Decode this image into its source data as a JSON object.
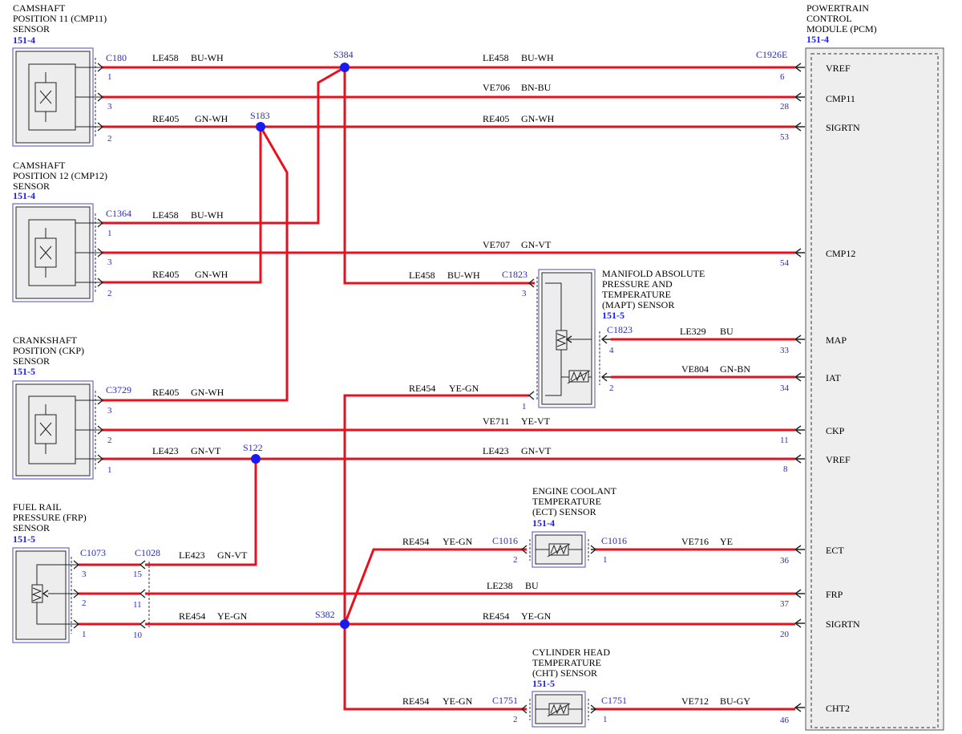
{
  "components": {
    "cmp11": {
      "lines": [
        "CAMSHAFT",
        "POSITION 11 (CMP11)",
        "SENSOR"
      ],
      "ref": "151-4"
    },
    "cmp12": {
      "lines": [
        "CAMSHAFT",
        "POSITION 12 (CMP12)",
        "SENSOR"
      ],
      "ref": "151-4"
    },
    "ckp": {
      "lines": [
        "CRANKSHAFT",
        "POSITION (CKP)",
        "SENSOR"
      ],
      "ref": "151-5"
    },
    "frp": {
      "lines": [
        "FUEL RAIL",
        "PRESSURE (FRP)",
        "SENSOR"
      ],
      "ref": "151-5"
    },
    "mapt": {
      "lines": [
        "MANIFOLD ABSOLUTE",
        "PRESSURE AND",
        "TEMPERATURE",
        "(MAPT) SENSOR"
      ],
      "ref": "151-5"
    },
    "ect": {
      "lines": [
        "ENGINE COOLANT",
        "TEMPERATURE",
        "(ECT) SENSOR"
      ],
      "ref": "151-4"
    },
    "cht": {
      "lines": [
        "CYLINDER HEAD",
        "TEMPERATURE",
        "(CHT) SENSOR"
      ],
      "ref": "151-5"
    },
    "pcm": {
      "lines": [
        "POWERTRAIN",
        "CONTROL",
        "MODULE (PCM)"
      ],
      "ref": "151-4"
    }
  },
  "connectors": {
    "c180": "C180",
    "c1364": "C1364",
    "c3729": "C3729",
    "c1073": "C1073",
    "c1028": "C1028",
    "c1823a": "C1823",
    "c1823b": "C1823",
    "c1016a": "C1016",
    "c1016b": "C1016",
    "c1751a": "C1751",
    "c1751b": "C1751",
    "c1926e": "C1926E"
  },
  "splices": {
    "s384": "S384",
    "s183": "S183",
    "s122": "S122",
    "s382": "S382"
  },
  "pcm_pins": [
    {
      "name": "VREF",
      "pin": "6"
    },
    {
      "name": "CMP11",
      "pin": "28"
    },
    {
      "name": "SIGRTN",
      "pin": "53"
    },
    {
      "name": "CMP12",
      "pin": "54"
    },
    {
      "name": "MAP",
      "pin": "33"
    },
    {
      "name": "IAT",
      "pin": "34"
    },
    {
      "name": "CKP",
      "pin": "11"
    },
    {
      "name": "VREF",
      "pin": "8"
    },
    {
      "name": "ECT",
      "pin": "36"
    },
    {
      "name": "FRP",
      "pin": "37"
    },
    {
      "name": "SIGRTN",
      "pin": "20"
    },
    {
      "name": "CHT2",
      "pin": "46"
    }
  ],
  "sensor_pins": {
    "cmp11": [
      "1",
      "3",
      "2"
    ],
    "cmp12": [
      "1",
      "3",
      "2"
    ],
    "ckp": [
      "3",
      "2",
      "1"
    ],
    "frp": [
      "3",
      "2",
      "1"
    ],
    "c1028": [
      "15",
      "11",
      "10"
    ],
    "mapt": [
      "3",
      "4",
      "2",
      "1"
    ],
    "ect": [
      "2",
      "1"
    ],
    "cht": [
      "2",
      "1"
    ]
  },
  "wire_labels": [
    {
      "circuit": "LE458",
      "color": "BU-WH"
    },
    {
      "circuit": "LE458",
      "color": "BU-WH"
    },
    {
      "circuit": "VE706",
      "color": "BN-BU"
    },
    {
      "circuit": "RE405",
      "color": "GN-WH"
    },
    {
      "circuit": "RE405",
      "color": "GN-WH"
    },
    {
      "circuit": "LE458",
      "color": "BU-WH"
    },
    {
      "circuit": "VE707",
      "color": "GN-VT"
    },
    {
      "circuit": "RE405",
      "color": "GN-WH"
    },
    {
      "circuit": "LE458",
      "color": "BU-WH"
    },
    {
      "circuit": "LE329",
      "color": "BU"
    },
    {
      "circuit": "VE804",
      "color": "GN-BN"
    },
    {
      "circuit": "RE405",
      "color": "GN-WH"
    },
    {
      "circuit": "RE454",
      "color": "YE-GN"
    },
    {
      "circuit": "VE711",
      "color": "YE-VT"
    },
    {
      "circuit": "LE423",
      "color": "GN-VT"
    },
    {
      "circuit": "LE423",
      "color": "GN-VT"
    },
    {
      "circuit": "LE423",
      "color": "GN-VT"
    },
    {
      "circuit": "RE454",
      "color": "YE-GN"
    },
    {
      "circuit": "VE716",
      "color": "YE"
    },
    {
      "circuit": "LE238",
      "color": "BU"
    },
    {
      "circuit": "RE454",
      "color": "YE-GN"
    },
    {
      "circuit": "RE454",
      "color": "YE-GN"
    },
    {
      "circuit": "RE454",
      "color": "YE-GN"
    },
    {
      "circuit": "VE712",
      "color": "BU-GY"
    }
  ],
  "colors": {
    "wire": "#e8101c",
    "splice": "#1a1aee",
    "reference": "#1a1aff",
    "connector": "#2b2bbd"
  }
}
